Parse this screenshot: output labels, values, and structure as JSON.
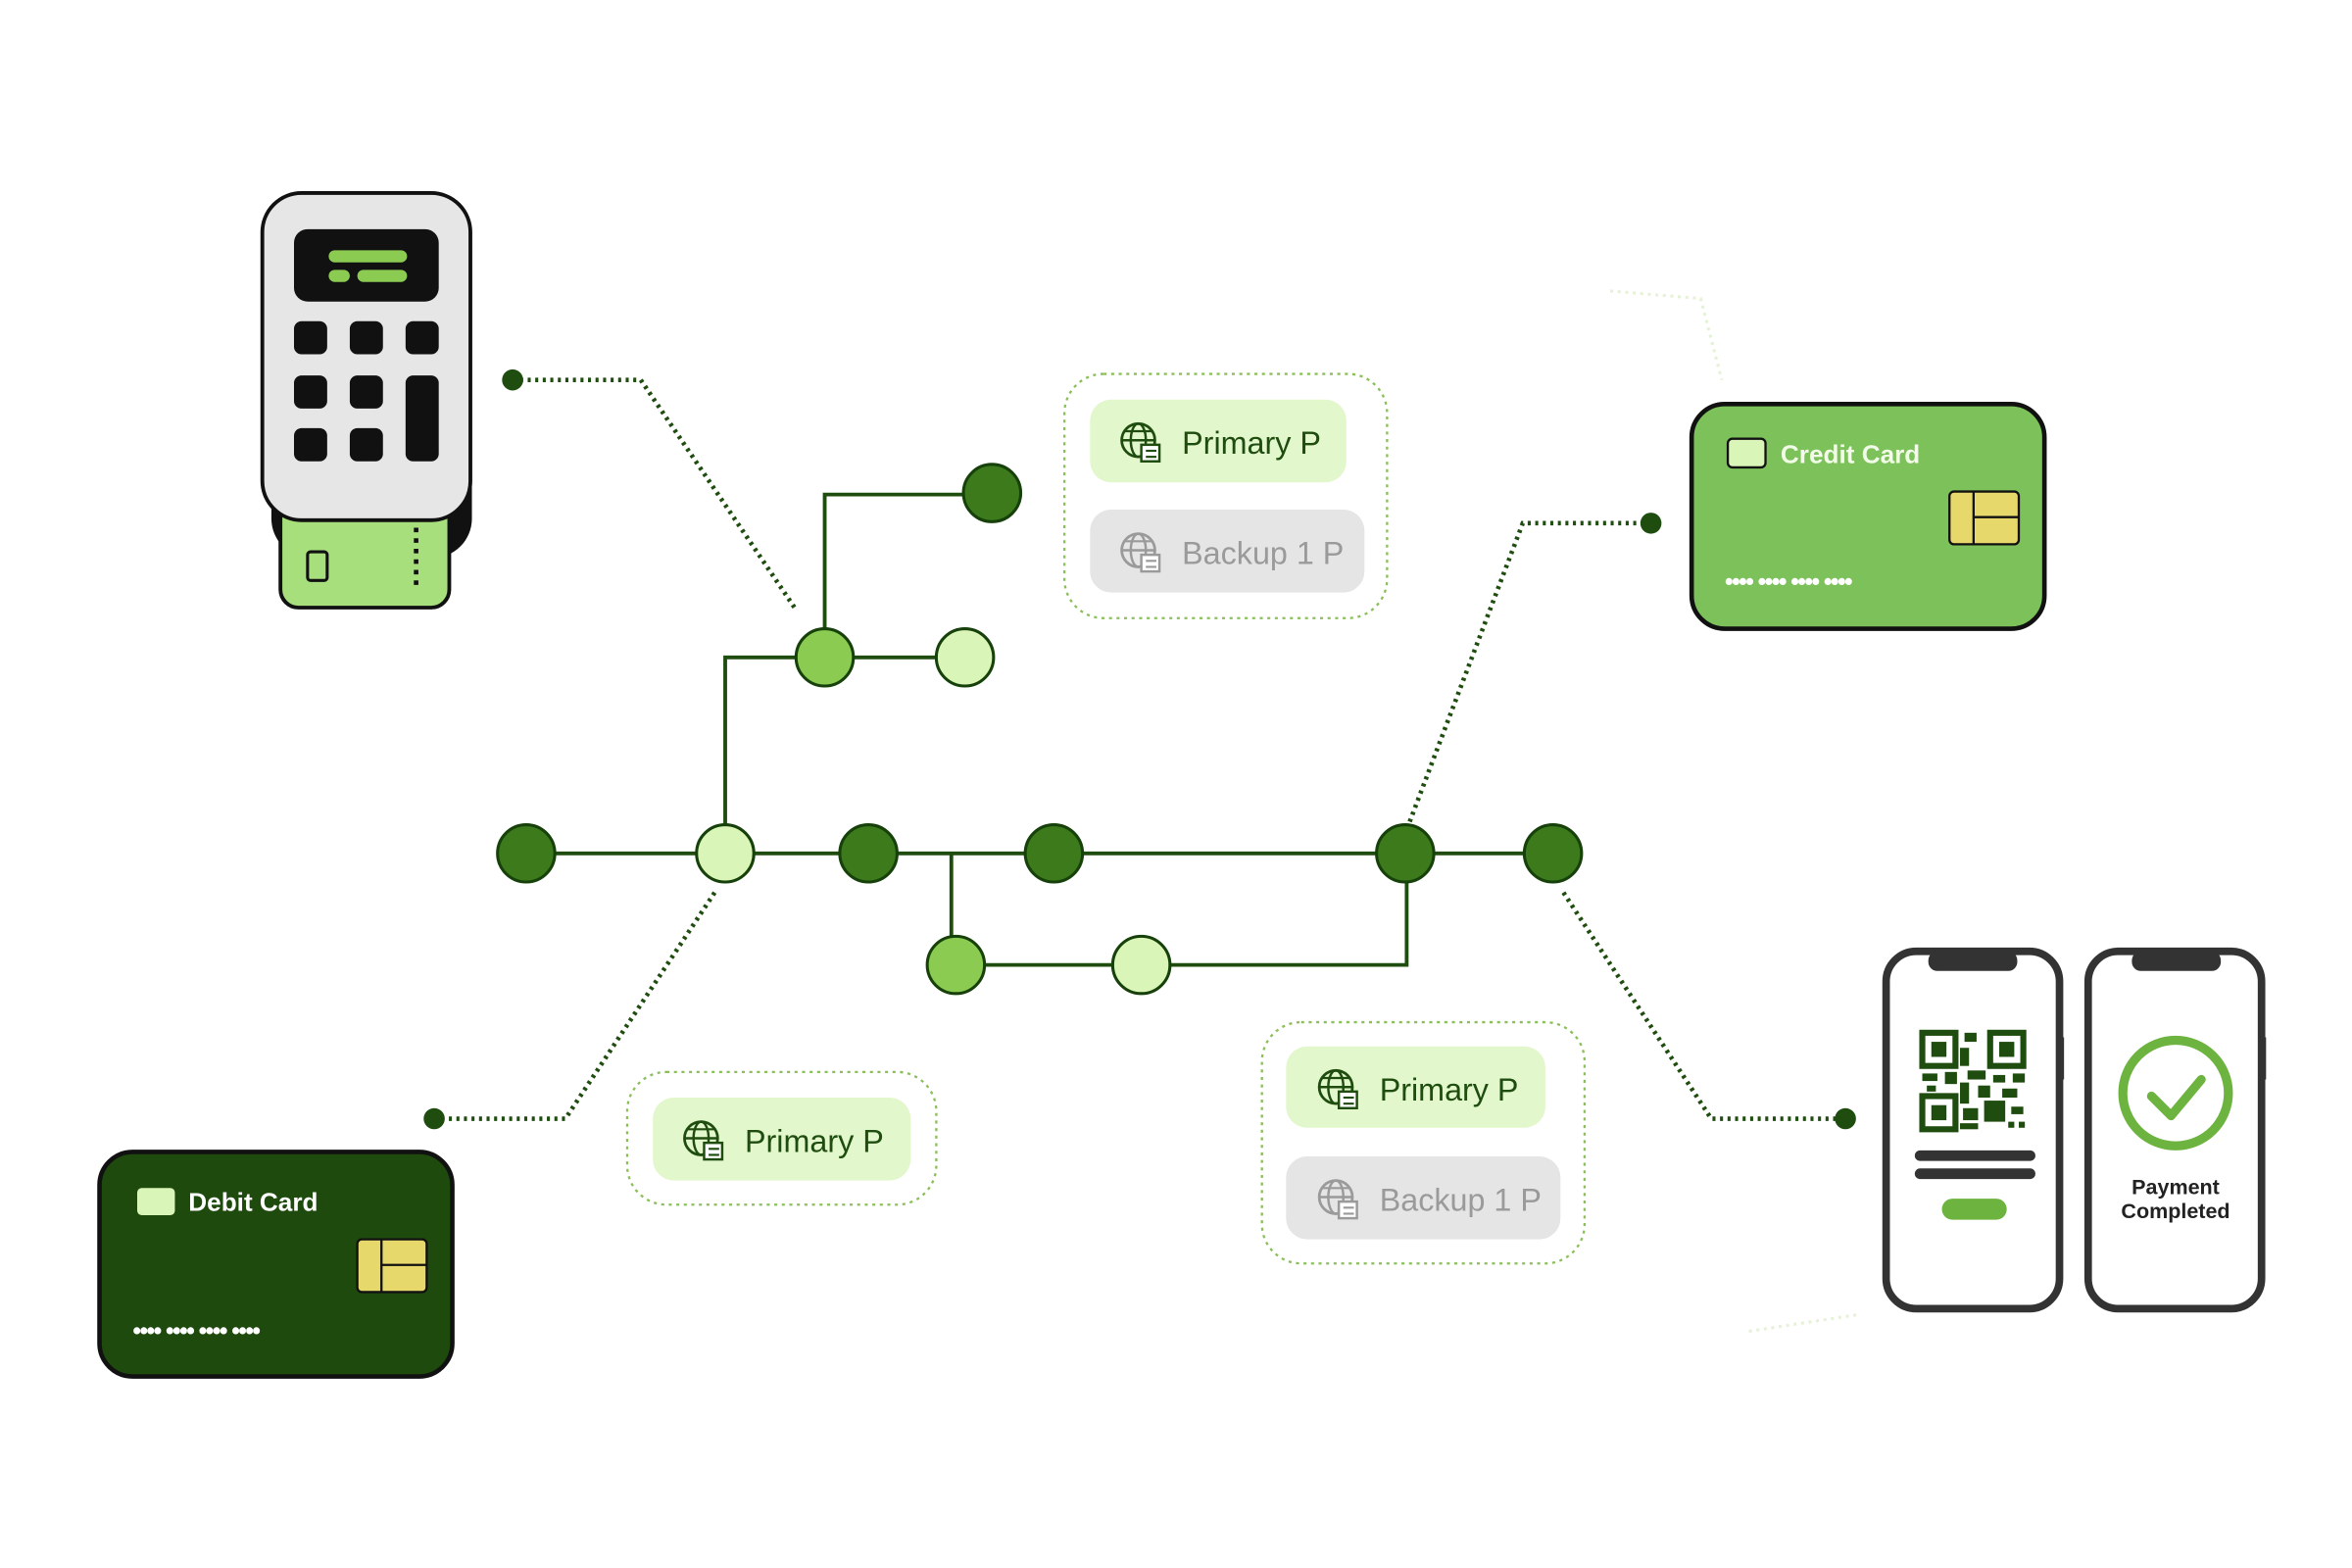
{
  "cards": {
    "credit": {
      "label": "Credit Card",
      "number_mask": "•••• •••• •••• ••••"
    },
    "debit": {
      "label": "Debit Card",
      "number_mask": "•••• •••• •••• ••••"
    }
  },
  "gateways": [
    {
      "primary": "Primary P",
      "backup": "Backup 1 P"
    },
    {
      "primary": "Primary P"
    },
    {
      "primary": "Primary P",
      "backup": "Backup 1 P"
    }
  ],
  "phones": {
    "success_line1": "Payment",
    "success_line2": "Completed"
  },
  "colors": {
    "dark_green": "#1f4d0f",
    "node_dark": "#3c7a1c",
    "node_light": "#daf5b8",
    "node_mid": "#8ccb52",
    "credit_card": "#7cc15a",
    "debit_card": "#1e4a0e",
    "chip": "#e6d86a"
  }
}
